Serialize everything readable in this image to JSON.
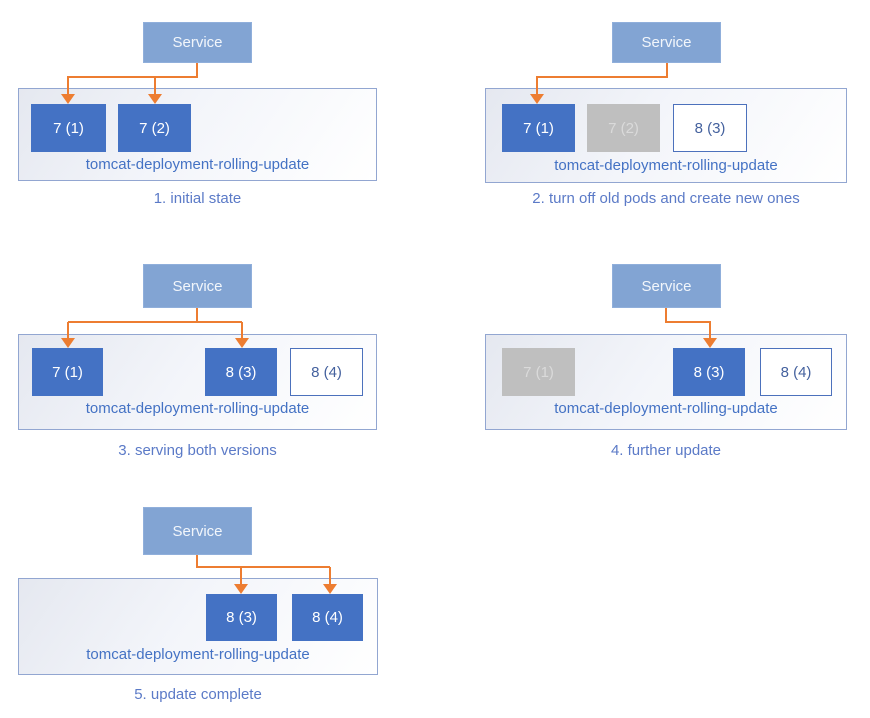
{
  "diagram_title": "tomcat deployment rolling update stages",
  "theme": {
    "service_fill": "#82A4D3",
    "pod_active_fill": "#4472C4",
    "pod_old_fill": "#BFBFBF",
    "pod_old_text": "#DADADA",
    "pod_new_border": "#4C71BC",
    "pod_new_text": "#44619E",
    "arrow_color": "#ED7D31",
    "deployment_label_color": "#4472C4",
    "caption_color": "#5B7AC7",
    "container_border": "#92A6D1"
  },
  "panels": [
    {
      "caption": "1. initial state",
      "service_label": "Service",
      "deployment_label": "tomcat-deployment-rolling-update",
      "service_routes_to": [
        "7 (1)",
        "7 (2)"
      ],
      "pods": [
        {
          "label": "7 (1)",
          "state": "active"
        },
        {
          "label": "7 (2)",
          "state": "active"
        }
      ]
    },
    {
      "caption": "2. turn off old pods and create new ones",
      "service_label": "Service",
      "deployment_label": "tomcat-deployment-rolling-update",
      "service_routes_to": [
        "7 (1)"
      ],
      "pods": [
        {
          "label": "7 (1)",
          "state": "active"
        },
        {
          "label": "7 (2)",
          "state": "old"
        },
        {
          "label": "8 (3)",
          "state": "new"
        }
      ]
    },
    {
      "caption": "3. serving both versions",
      "service_label": "Service",
      "deployment_label": "tomcat-deployment-rolling-update",
      "service_routes_to": [
        "7 (1)",
        "8 (3)"
      ],
      "pods": [
        {
          "label": "7 (1)",
          "state": "active"
        },
        {
          "label": "8 (3)",
          "state": "active"
        },
        {
          "label": "8 (4)",
          "state": "new"
        }
      ]
    },
    {
      "caption": "4. further update",
      "service_label": "Service",
      "deployment_label": "tomcat-deployment-rolling-update",
      "service_routes_to": [
        "8 (3)"
      ],
      "pods": [
        {
          "label": "7 (1)",
          "state": "old"
        },
        {
          "label": "8 (3)",
          "state": "active"
        },
        {
          "label": "8 (4)",
          "state": "new"
        }
      ]
    },
    {
      "caption": "5. update complete",
      "service_label": "Service",
      "deployment_label": "tomcat-deployment-rolling-update",
      "service_routes_to": [
        "8 (3)",
        "8 (4)"
      ],
      "pods": [
        {
          "label": "8 (3)",
          "state": "active"
        },
        {
          "label": "8 (4)",
          "state": "active"
        }
      ]
    }
  ]
}
